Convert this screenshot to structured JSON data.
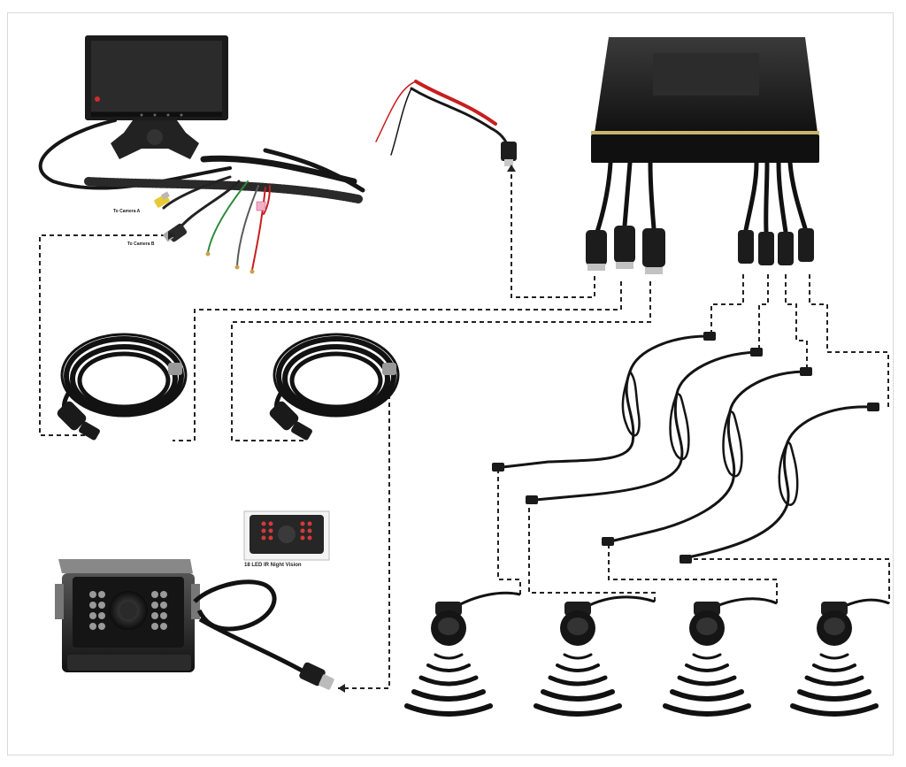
{
  "labels": {
    "camera_a": "To Camera A",
    "camera_b": "To Camera B",
    "ir_caption": "18 LED IR Night Vision"
  },
  "colors": {
    "wire_dashed": "#222222",
    "device_body": "#1a1a1a",
    "accent_band": "#c8b56a",
    "power_red": "#c81e1e",
    "rca_yellow": "#e8c93a",
    "led_red": "#d23a3a"
  }
}
